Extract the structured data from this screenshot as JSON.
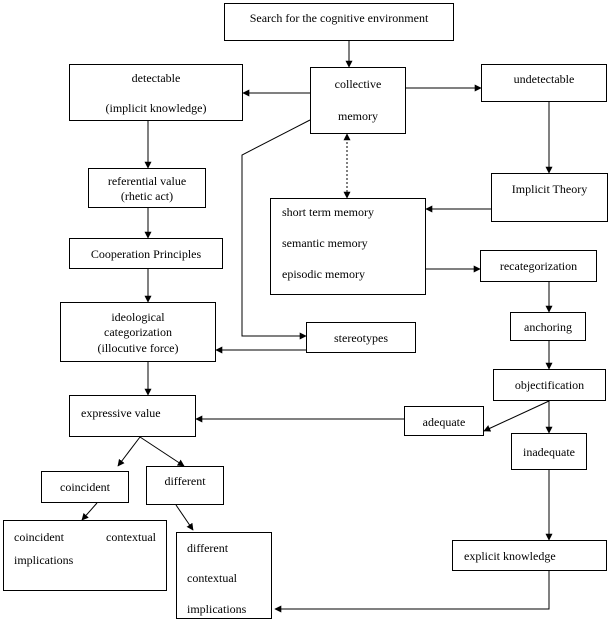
{
  "nodes": {
    "search": "Search for the cognitive environment",
    "collective": [
      "collective",
      "memory"
    ],
    "detectable": [
      "detectable",
      "(implicit knowledge)"
    ],
    "undetectable": "undetectable",
    "referential": [
      "referential value",
      "(rhetic act)"
    ],
    "implicit_theory": "Implicit Theory",
    "memory_types": [
      "short term memory",
      "semantic memory",
      "episodic memory"
    ],
    "cooperation": "Cooperation Principles",
    "recategorization": "recategorization",
    "ideological": [
      "ideological",
      "categorization",
      "(illocutive force)"
    ],
    "stereotypes": "stereotypes",
    "anchoring": "anchoring",
    "objectification": "objectification",
    "expressive": "expressive value",
    "adequate": "adequate",
    "inadequate": "inadequate",
    "coincident": "coincident",
    "different": "different",
    "coincident_impl": [
      "coincident",
      "contextual",
      "implications"
    ],
    "different_impl": [
      "different",
      "contextual",
      "implications"
    ],
    "explicit": "explicit knowledge"
  }
}
